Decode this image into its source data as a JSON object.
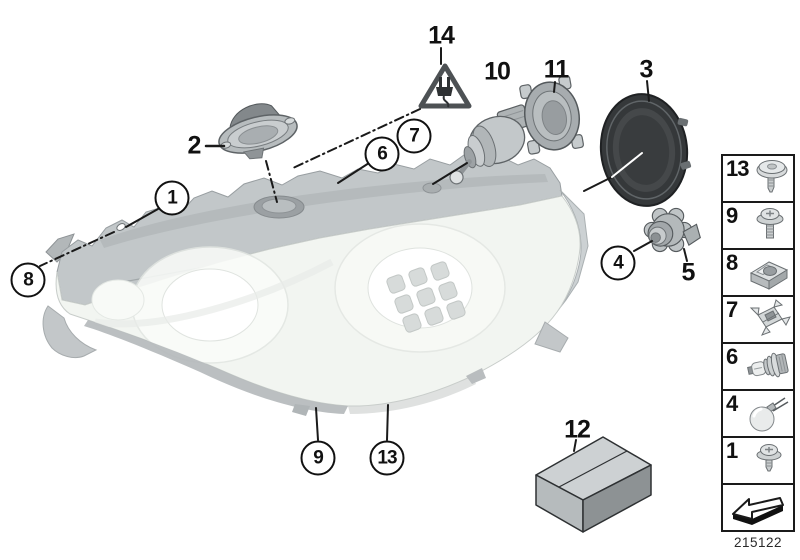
{
  "diagram": {
    "id_number": "215122",
    "subject": "headlight-components-exploded-view"
  },
  "colors": {
    "line": "#1a1a1a",
    "housing_gray": "#c2c7c9",
    "lens_tint": "#f2f5f1",
    "cover_dark": "#35383a",
    "trim_light": "#e4e7e6"
  },
  "callouts": {
    "circled": [
      {
        "label": "1"
      },
      {
        "label": "4"
      },
      {
        "label": "6"
      },
      {
        "label": "7"
      },
      {
        "label": "8"
      },
      {
        "label": "9"
      },
      {
        "label": "13"
      }
    ],
    "plain": [
      {
        "label": "2"
      },
      {
        "label": "3"
      },
      {
        "label": "5"
      },
      {
        "label": "10"
      },
      {
        "label": "11"
      },
      {
        "label": "12"
      },
      {
        "label": "14"
      }
    ]
  },
  "legend": {
    "rows": [
      {
        "label": "13",
        "icon": "flange-screw-icon"
      },
      {
        "label": "9",
        "icon": "washer-screw-icon"
      },
      {
        "label": "8",
        "icon": "sheet-metal-nut-icon"
      },
      {
        "label": "7",
        "icon": "spring-clip-icon"
      },
      {
        "label": "6",
        "icon": "halogen-bulb-icon"
      },
      {
        "label": "4",
        "icon": "ball-bulb-icon"
      },
      {
        "label": "1",
        "icon": "pan-screw-icon"
      },
      {
        "label": "",
        "icon": "direction-arrow-icon"
      }
    ]
  }
}
